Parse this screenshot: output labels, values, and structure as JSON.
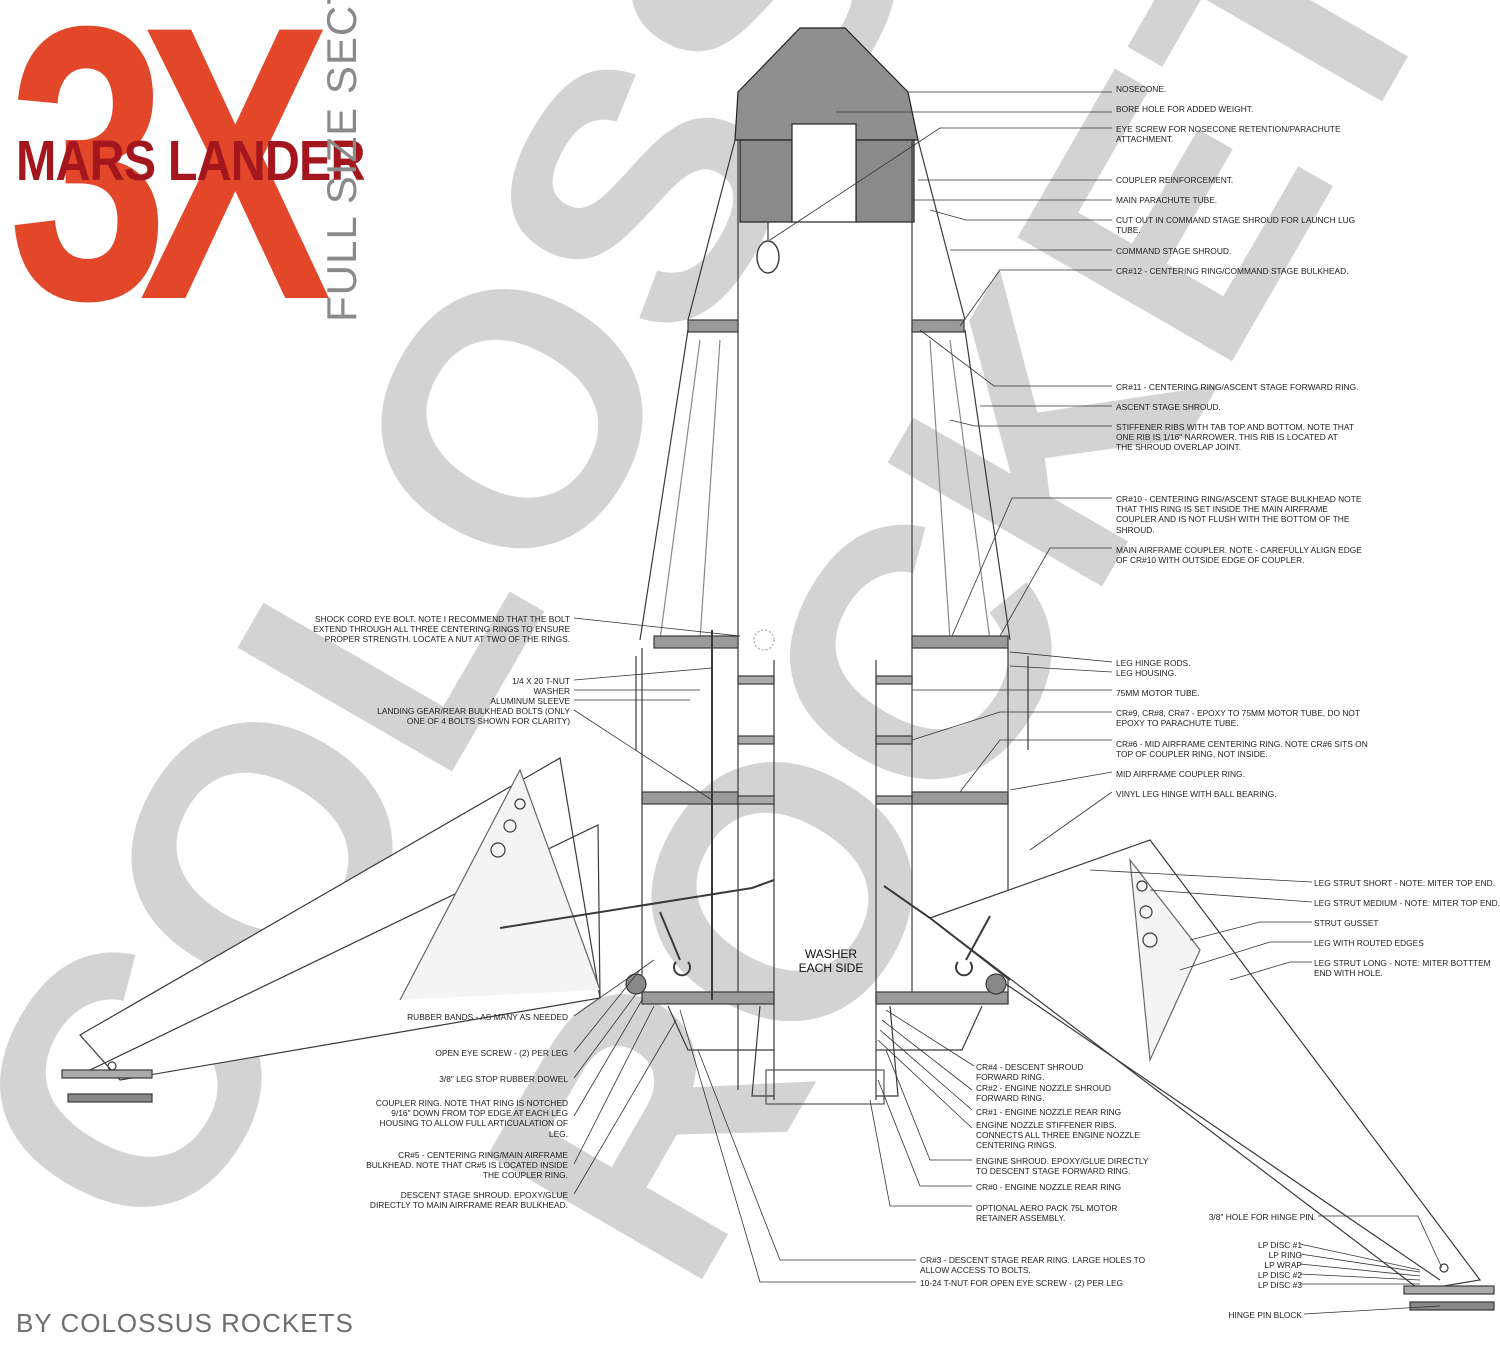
{
  "logo": {
    "big": "3X",
    "title": "MARS LANDER",
    "vertical": "FULL SIZE SECTION"
  },
  "watermark": [
    "COLOSSUS",
    "ROCKETS"
  ],
  "byline": "BY COLOSSUS ROCKETS",
  "center_label": "WASHER\nEACH SIDE",
  "labels_right": [
    "NOSECONE.",
    "BORE HOLE FOR ADDED WEIGHT.",
    "EYE SCREW FOR NOSECONE RETENTION/PARACHUTE ATTACHMENT.",
    "COUPLER REINFORCEMENT.",
    "MAIN PARACHUTE TUBE.",
    "CUT OUT IN COMMAND STAGE SHROUD FOR LAUNCH LUG TUBE.",
    "COMMAND STAGE SHROUD.",
    "CR#12 - CENTERING RING/COMMAND STAGE BULKHEAD.",
    "CR#11 - CENTERING RING/ASCENT STAGE FORWARD RING.",
    "ASCENT STAGE SHROUD.",
    "STIFFENER RIBS WITH TAB TOP AND BOTTOM. NOTE THAT ONE RIB IS 1/16\" NARROWER. THIS RIB IS LOCATED AT THE SHROUD OVERLAP JOINT.",
    "CR#10 - CENTERING RING/ASCENT STAGE BULKHEAD NOTE THAT THIS RING IS SET INSIDE THE MAIN AIRFRAME COUPLER AND IS NOT FLUSH WITH THE BOTTOM OF THE SHROUD.",
    "MAIN AIRFRAME COUPLER. NOTE - CAREFULLY ALIGN EDGE OF CR#10 WITH OUTSIDE EDGE OF COUPLER.",
    "LEG HINGE RODS.",
    "LEG HOUSING.",
    "75MM MOTOR TUBE.",
    "CR#9, CR#8, CR#7 - EPOXY TO 75MM MOTOR TUBE, DO NOT EPOXY TO PARACHUTE TUBE.",
    "CR#6 - MID AIRFRAME CENTERING RING. NOTE CR#6 SITS ON TOP OF COUPLER RING, NOT INSIDE.",
    "MID AIRFRAME COUPLER RING.",
    "VINYL LEG HINGE WITH BALL BEARING.",
    "LEG STRUT SHORT - NOTE: MITER TOP END.",
    "LEG STRUT MEDIUM - NOTE: MITER TOP END.",
    "STRUT GUSSET",
    "LEG WITH ROUTED EDGES",
    "LEG STRUT LONG - NOTE: MITER BOTTTEM END WITH HOLE.",
    "3/8\" HOLE FOR HINGE PIN.",
    "LP DISC #1",
    "LP RING",
    "LP WRAP",
    "LP DISC #2",
    "LP DISC #3",
    "HINGE PIN BLOCK"
  ],
  "labels_left": [
    "SHOCK CORD EYE BOLT. NOTE I RECOMMEND THAT THE BOLT EXTEND THROUGH ALL THREE CENTERING RINGS TO ENSURE PROPER STRENGTH. LOCATE A NUT AT TWO OF THE RINGS.",
    "1/4 x 20 T-NUT",
    "WASHER",
    "ALUMINUM SLEEVE",
    "LANDING GEAR/REAR BULKHEAD BOLTS (ONLY ONE OF 4 BOLTS SHOWN FOR CLARITY)",
    "RUBBER BANDS - AS MANY AS NEEDED",
    "OPEN EYE SCREW - (2) PER LEG",
    "3/8\" LEG STOP RUBBER DOWEL",
    "COUPLER RING. NOTE THAT RING IS NOTCHED 9/16\" DOWN FROM TOP EDGE AT EACH LEG HOUSING TO ALLOW FULL ARTICUALATION OF LEG.",
    "CR#5 - CENTERING RING/MAIN AIRFRAME BULKHEAD. NOTE THAT CR#5 IS LOCATED INSIDE THE COUPLER RING.",
    "DESCENT STAGE SHROUD. EPOXY/GLUE DIRECTLY TO MAIN AIRFRAME REAR BULKHEAD."
  ],
  "labels_bottom": [
    "CR#4 - DESCENT SHROUD FORWARD RING.",
    "CR#2 - ENGINE NOZZLE SHROUD FORWARD RING.",
    "CR#1 - ENGINE NOZZLE REAR RING",
    "ENGINE NOZZLE STIFFENER RIBS. CONNECTS ALL THREE ENGINE NOZZLE CENTERING RINGS.",
    "ENGINE SHROUD. EPOXY/GLUE DIRECTLY TO DESCENT STAGE FORWARD RING.",
    "CR#0 - ENGINE NOZZLE REAR RING",
    "OPTIONAL AERO PACK 75L MOTOR RETAINER ASSEMBLY.",
    "CR#3 - DESCENT STAGE REAR RING. LARGE HOLES TO ALLOW ACCESS TO BOLTS.",
    "10-24 T-NUT FOR OPEN EYE SCREW - (2) PER LEG"
  ],
  "colors": {
    "logo_orange": "#e2472a",
    "logo_red": "#a3161d",
    "watermark_grey": "#d2d2d2",
    "line": "#3a3a3a"
  }
}
